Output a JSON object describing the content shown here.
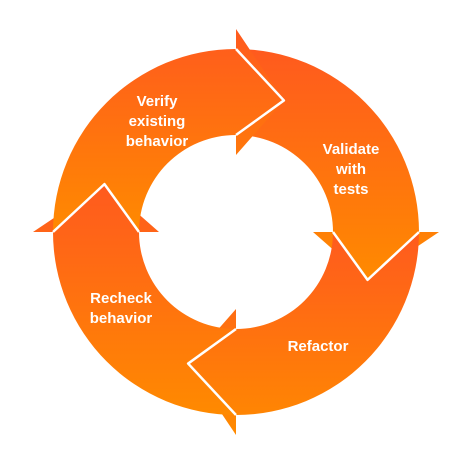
{
  "diagram": {
    "steps": [
      {
        "label": "Verify\nexisting\nbehavior"
      },
      {
        "label": "Validate\nwith\ntests"
      },
      {
        "label": "Refactor"
      },
      {
        "label": "Recheck\nbehavior"
      }
    ],
    "colors": {
      "top": "#ff5a1e",
      "bottom": "#ff8a00",
      "divider": "#ffffff",
      "label": "#ffffff"
    }
  }
}
